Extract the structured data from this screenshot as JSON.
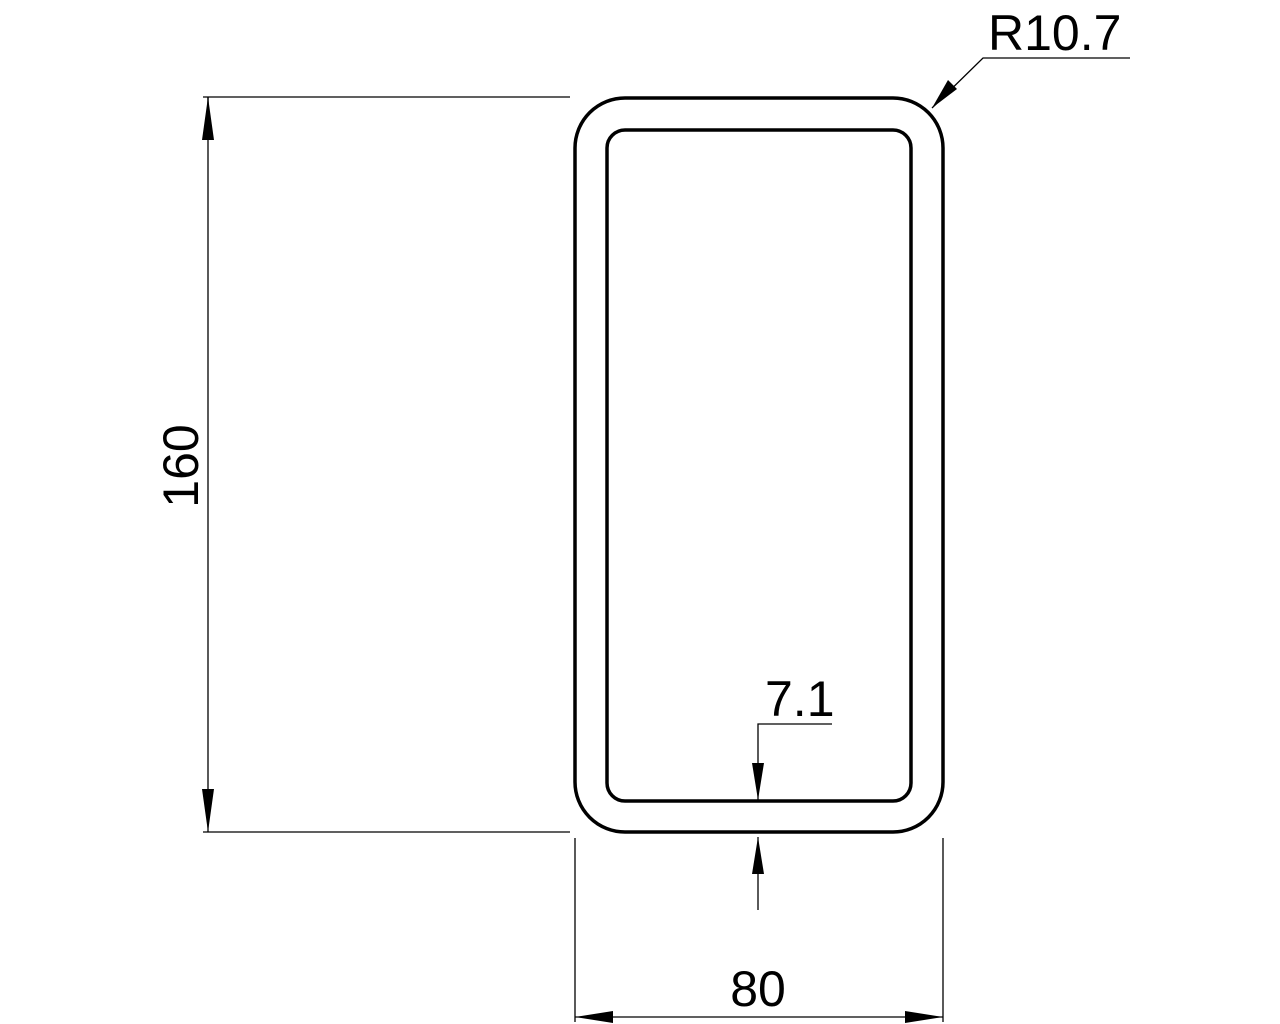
{
  "drawing": {
    "dimensions": {
      "height": "160",
      "width": "80",
      "thickness": "7.1",
      "radius": "R10.7"
    },
    "line_color": "#000000",
    "background_color": "#ffffff"
  }
}
